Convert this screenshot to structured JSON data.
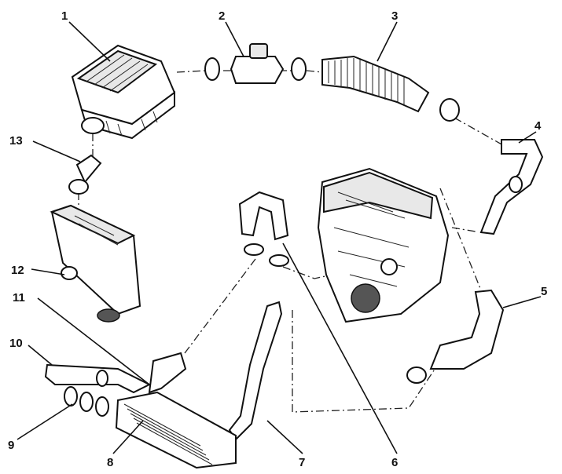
{
  "callouts": [
    {
      "number": "1"
    },
    {
      "number": "2"
    },
    {
      "number": "3"
    },
    {
      "number": "4"
    },
    {
      "number": "5"
    },
    {
      "number": "6"
    },
    {
      "number": "7"
    },
    {
      "number": "8"
    },
    {
      "number": "9"
    },
    {
      "number": "10"
    },
    {
      "number": "11"
    },
    {
      "number": "12"
    },
    {
      "number": "13"
    }
  ],
  "colors": {
    "ink": "#111111",
    "background": "#ffffff"
  }
}
